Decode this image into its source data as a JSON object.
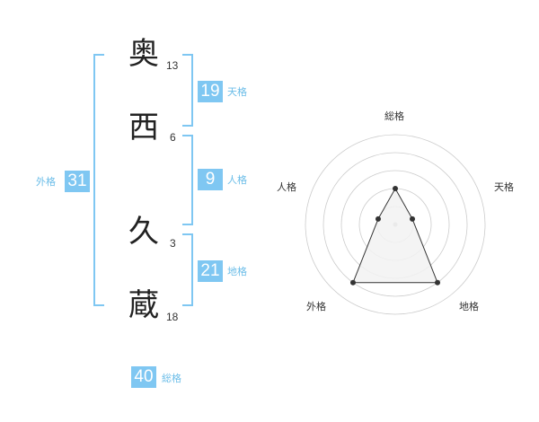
{
  "colors": {
    "accent": "#7fc7f2",
    "accent_text": "#6bbde8",
    "kanji": "#222222",
    "text": "#333333",
    "ring": "#cccccc",
    "fill": "#f2f2f2",
    "line": "#333333"
  },
  "name": {
    "characters": [
      {
        "char": "奥",
        "strokes": "13"
      },
      {
        "char": "西",
        "strokes": "6"
      },
      {
        "char": "久",
        "strokes": "3"
      },
      {
        "char": "蔵",
        "strokes": "18"
      }
    ]
  },
  "fortunes": {
    "tenkaku": {
      "value": "19",
      "label": "天格"
    },
    "jinkaku": {
      "value": "9",
      "label": "人格"
    },
    "chikaku": {
      "value": "21",
      "label": "地格"
    },
    "gaikaku": {
      "value": "31",
      "label": "外格"
    },
    "soukaku": {
      "value": "40",
      "label": "総格"
    }
  },
  "chart_data": {
    "type": "radar",
    "axes": [
      "総格",
      "天格",
      "地格",
      "外格",
      "人格"
    ],
    "values": [
      2,
      1,
      4,
      4,
      1
    ],
    "max": 5,
    "rings": 5
  }
}
